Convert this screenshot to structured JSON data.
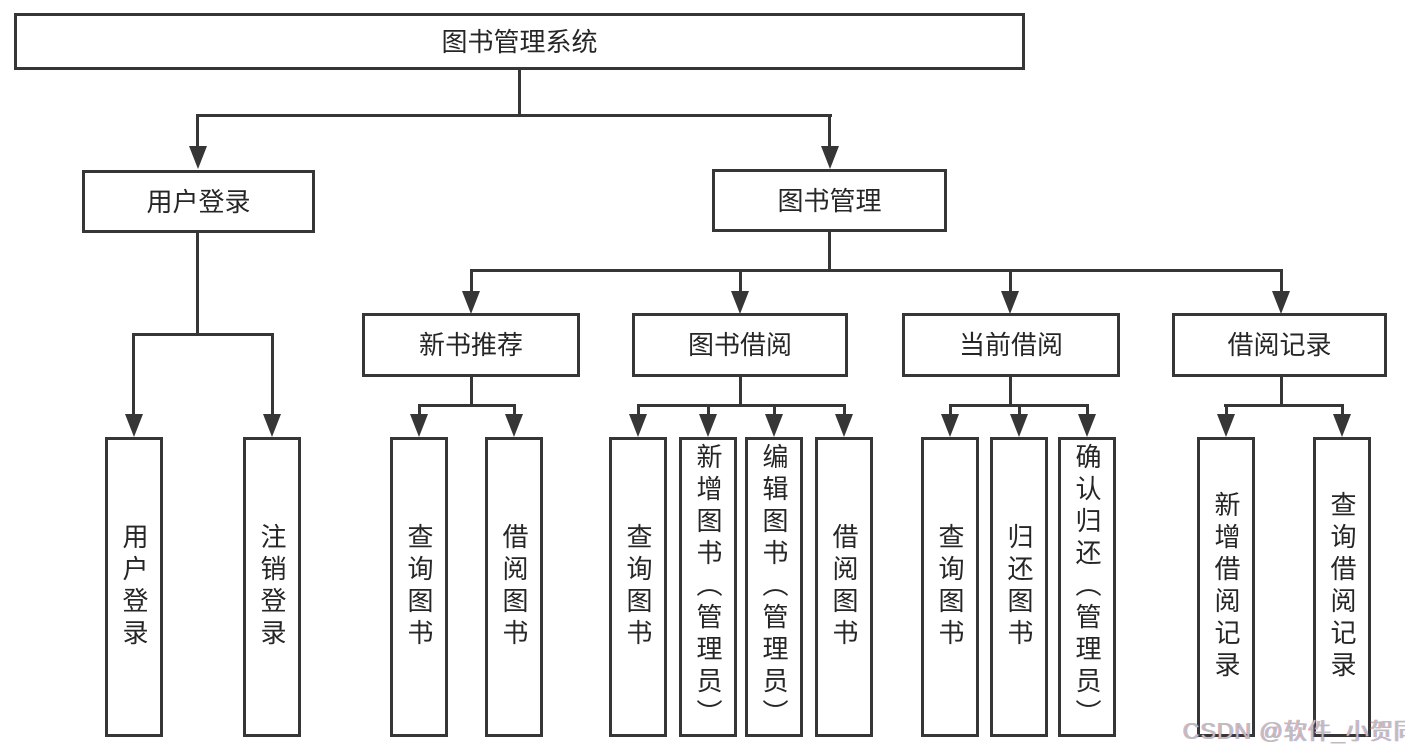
{
  "tree": {
    "label": "图书管理系统",
    "children": [
      {
        "label": "用户登录",
        "children": [
          {
            "label": "用户登录"
          },
          {
            "label": "注销登录"
          }
        ]
      },
      {
        "label": "图书管理",
        "children": [
          {
            "label": "新书推荐",
            "children": [
              {
                "label": "查询图书"
              },
              {
                "label": "借阅图书"
              }
            ]
          },
          {
            "label": "图书借阅",
            "children": [
              {
                "label": "查询图书"
              },
              {
                "label": "新增图书（管理员）"
              },
              {
                "label": "编辑图书（管理员）"
              },
              {
                "label": "借阅图书"
              }
            ]
          },
          {
            "label": "当前借阅",
            "children": [
              {
                "label": "查询图书"
              },
              {
                "label": "归还图书"
              },
              {
                "label": "确认归还（管理员）"
              }
            ]
          },
          {
            "label": "借阅记录",
            "children": [
              {
                "label": "新增借阅记录"
              },
              {
                "label": "查询借阅记录"
              }
            ]
          }
        ]
      }
    ]
  },
  "watermark": {
    "text": "CSDN @软件_小贺同学"
  },
  "colors": {
    "line": "#363636",
    "text": "#262626",
    "bg": "#ffffff",
    "wm": "#bdbdbd"
  }
}
